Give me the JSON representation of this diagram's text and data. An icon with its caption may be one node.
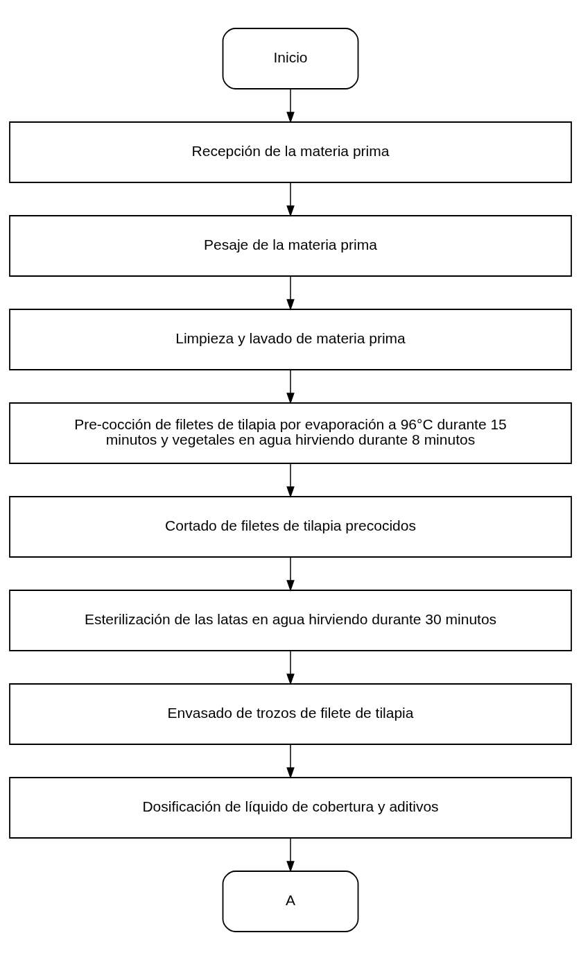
{
  "diagram": {
    "nodes": [
      {
        "text": [
          "Inicio"
        ]
      },
      {
        "text": [
          "Recepción de la materia prima"
        ]
      },
      {
        "text": [
          "Pesaje de la materia prima"
        ]
      },
      {
        "text": [
          "Limpieza y lavado de materia prima"
        ]
      },
      {
        "text": [
          "Pre-cocción de filetes de tilapia por evaporación a 96°C durante 15 minutos y vegetales en agua hirviendo durante 8 minutos"
        ]
      },
      {
        "text": [
          "Cortado de filetes de tilapia precocidos"
        ]
      },
      {
        "text": [
          "Esterilización de las latas en agua hirviendo durante 30 minutos"
        ]
      },
      {
        "text": [
          "Envasado de trozos de filete de tilapia"
        ]
      },
      {
        "text": [
          "Dosificación de líquido de cobertura y aditivos"
        ]
      },
      {
        "text": [
          "A"
        ]
      }
    ],
    "edges": [
      {
        "from": 0,
        "to": 1,
        "arrow": "to"
      },
      {
        "from": 1,
        "to": 2,
        "arrow": "to"
      },
      {
        "from": 2,
        "to": 3,
        "arrow": "to"
      },
      {
        "from": 3,
        "to": 4,
        "arrow": "to"
      },
      {
        "from": 4,
        "to": 5,
        "arrow": "to"
      },
      {
        "from": 5,
        "to": 6,
        "arrow": "to"
      },
      {
        "from": 6,
        "to": 7,
        "arrow": "to"
      },
      {
        "from": 7,
        "to": 8,
        "arrow": "to"
      },
      {
        "from": 8,
        "to": 9,
        "arrow": "to"
      }
    ]
  }
}
